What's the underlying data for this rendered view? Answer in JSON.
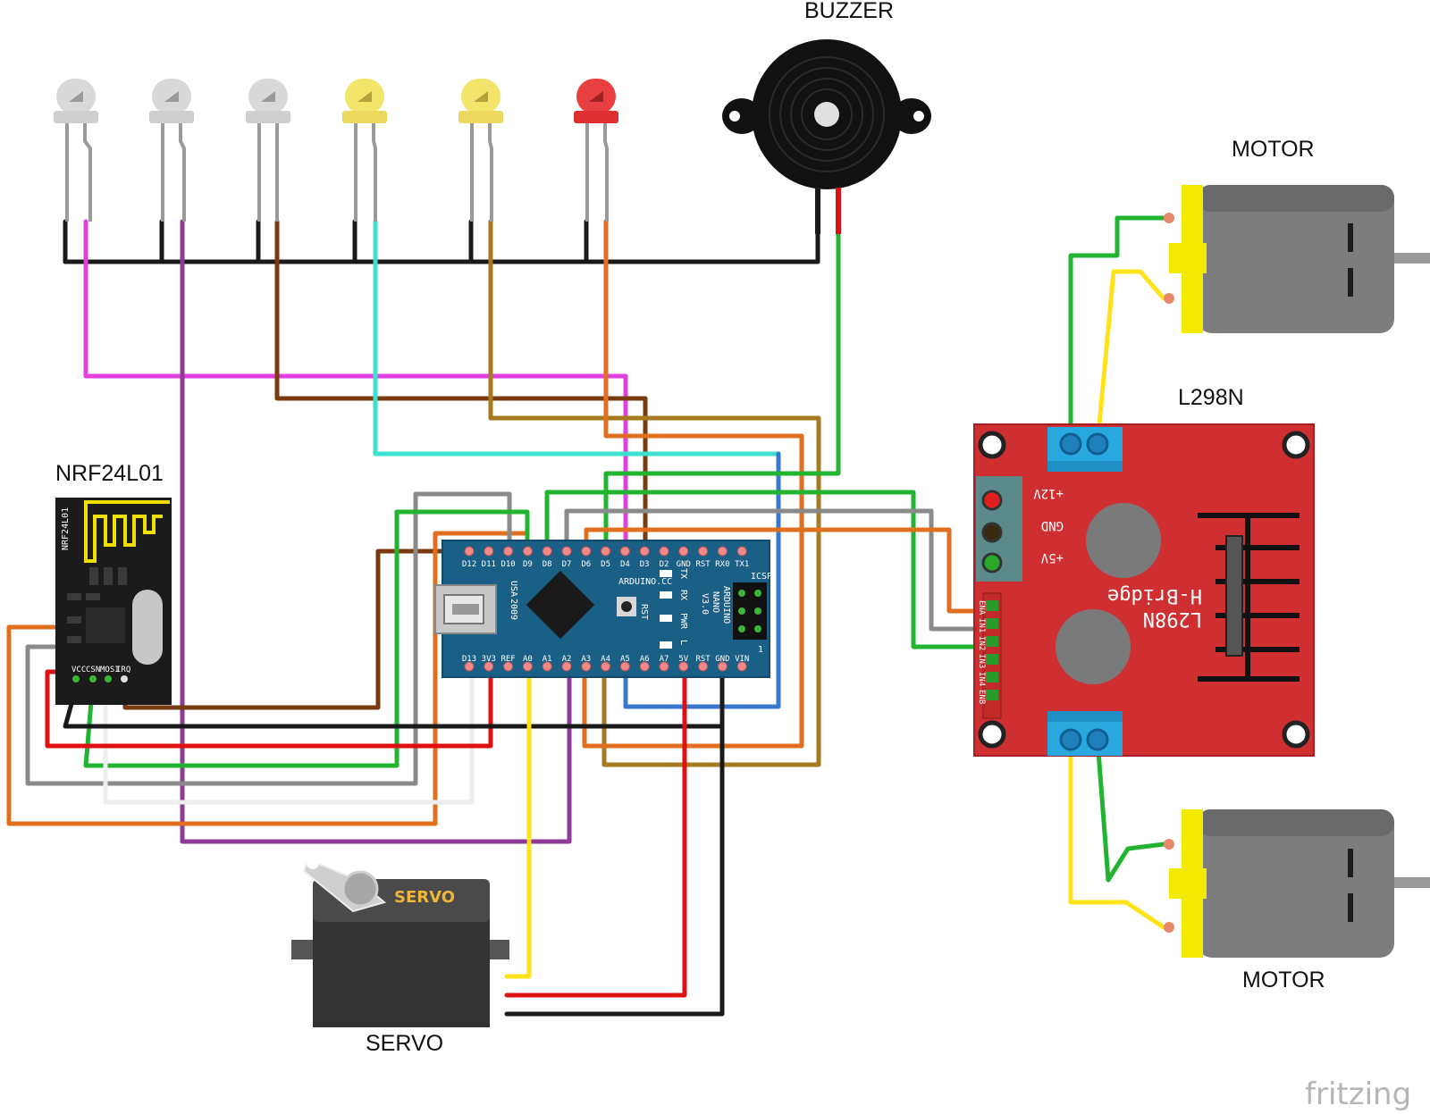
{
  "labels": {
    "buzzer": "BUZZER",
    "motor_top": "MOTOR",
    "motor_bottom": "MOTOR",
    "hbridge": "L298N",
    "radio": "NRF24L01",
    "servo": "SERVO",
    "watermark": "fritzing"
  },
  "nrf_module": {
    "side_text": "NRF24L01",
    "pins": [
      "VCC",
      "CSN",
      "MOSI",
      "IRQ"
    ]
  },
  "servo_body": {
    "text": "SERVO"
  },
  "nano": {
    "top_pins": [
      "D12",
      "D11",
      "D10",
      "D9",
      "D8",
      "D7",
      "D6",
      "D5",
      "D4",
      "D3",
      "D2",
      "GND",
      "RST",
      "RX0",
      "TX1"
    ],
    "bottom_pins": [
      "D13",
      "3V3",
      "REF",
      "A0",
      "A1",
      "A2",
      "A3",
      "A4",
      "A5",
      "A6",
      "A7",
      "5V",
      "RST",
      "GND",
      "VIN"
    ],
    "marks": [
      "USA",
      "2009",
      "ARDUINO.CC",
      "ARDUINO",
      "NANO",
      "V3.0",
      "ICSP",
      "TX",
      "RX",
      "PWR",
      "L",
      "RST",
      "1"
    ]
  },
  "l298n": {
    "title": "L298N",
    "subtitle": "H-Bridge",
    "power_labels": [
      "+12V",
      "GND",
      "+5V"
    ],
    "signal_labels": [
      "ENA",
      "IN1",
      "IN2",
      "IN3",
      "IN4",
      "ENB"
    ]
  },
  "leds": [
    {
      "color": "white"
    },
    {
      "color": "white"
    },
    {
      "color": "white"
    },
    {
      "color": "yellow"
    },
    {
      "color": "yellow"
    },
    {
      "color": "red"
    }
  ],
  "colors": {
    "nano_board": "#1a5f86",
    "l298n_board": "#d02f32",
    "nrf_board": "#1b1b1b",
    "servo_body": "#333333",
    "motor_cap": "#f2ea00",
    "wire_black": "#1a1a1a",
    "wire_magenta": "#e040e0",
    "wire_purple": "#8e3b98",
    "wire_brown": "#7a3a10",
    "wire_cyan": "#40e0d0",
    "wire_olive": "#a77a20",
    "wire_orange": "#e07020",
    "wire_green": "#22b330",
    "wire_gray": "#8a8a8a",
    "wire_white": "#eeeeee",
    "wire_red": "#dd1111",
    "wire_yellow": "#ffe21a",
    "wire_blue": "#3a78d0"
  }
}
